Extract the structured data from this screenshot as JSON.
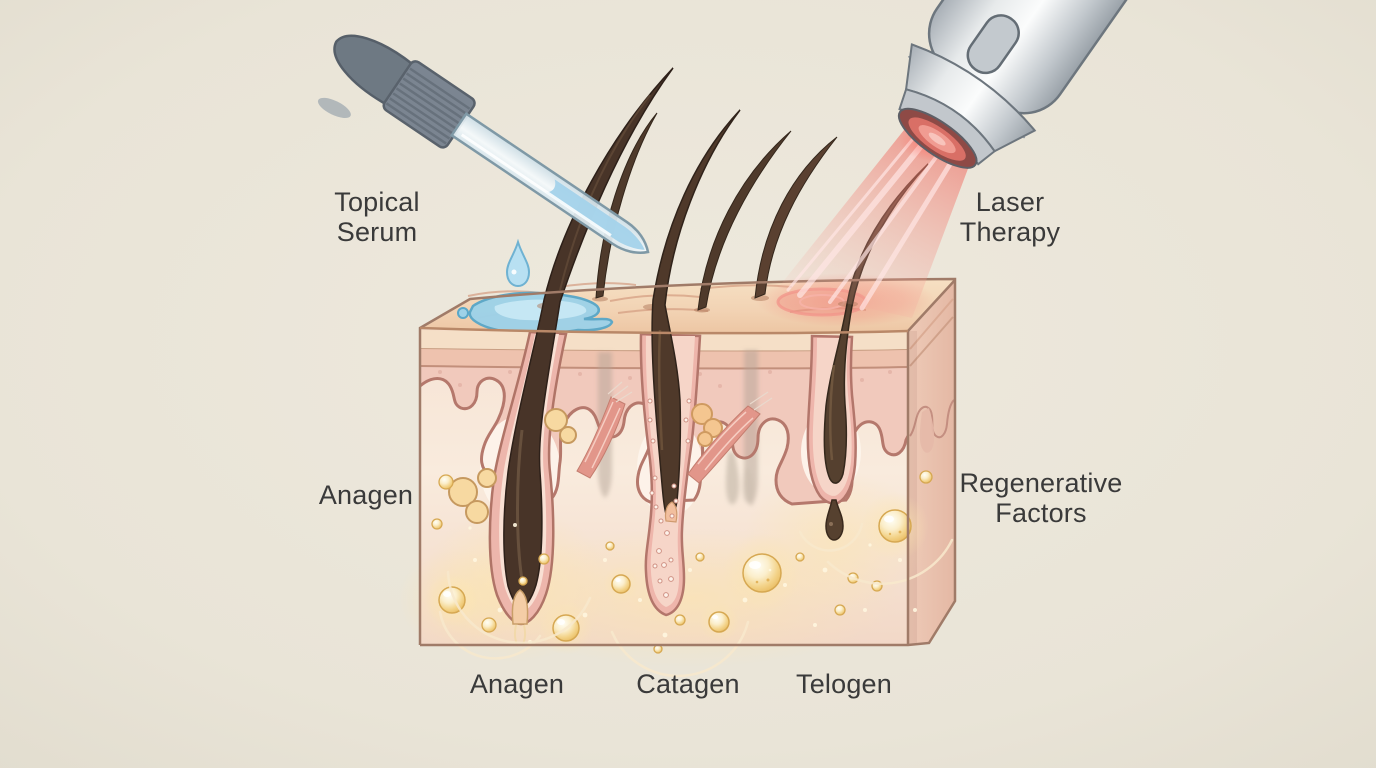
{
  "figure": {
    "type": "medical-illustration",
    "subject": "hair follicle growth phases in skin cross-section with hair-restoration treatments"
  },
  "labels": {
    "topical_serum": "Topical Serum",
    "laser_therapy": "Laser Therapy",
    "anagen_side": "Anagen",
    "regenerative_factors": "Regenerative Factors",
    "phase_anagen": "Anagen",
    "phase_catagen": "Catagen",
    "phase_telogen": "Telogen"
  },
  "hair_phases": [
    "Anagen",
    "Catagen",
    "Telogen"
  ],
  "treatments": [
    "Topical Serum",
    "Laser Therapy"
  ],
  "colors": {
    "background": "#e8e3d6",
    "text": "#3a3a3a",
    "serum_blue": "#9ed2e8",
    "laser_red": "#ee7a6e",
    "bubble_gold": "#f3d389",
    "skin_surface": "#f2d3b4",
    "dermis_pink": "#f1c9bc",
    "sheath_pink": "#edb6ac",
    "hair_brown": "#483428",
    "gland_yellow": "#f7d9a1"
  }
}
